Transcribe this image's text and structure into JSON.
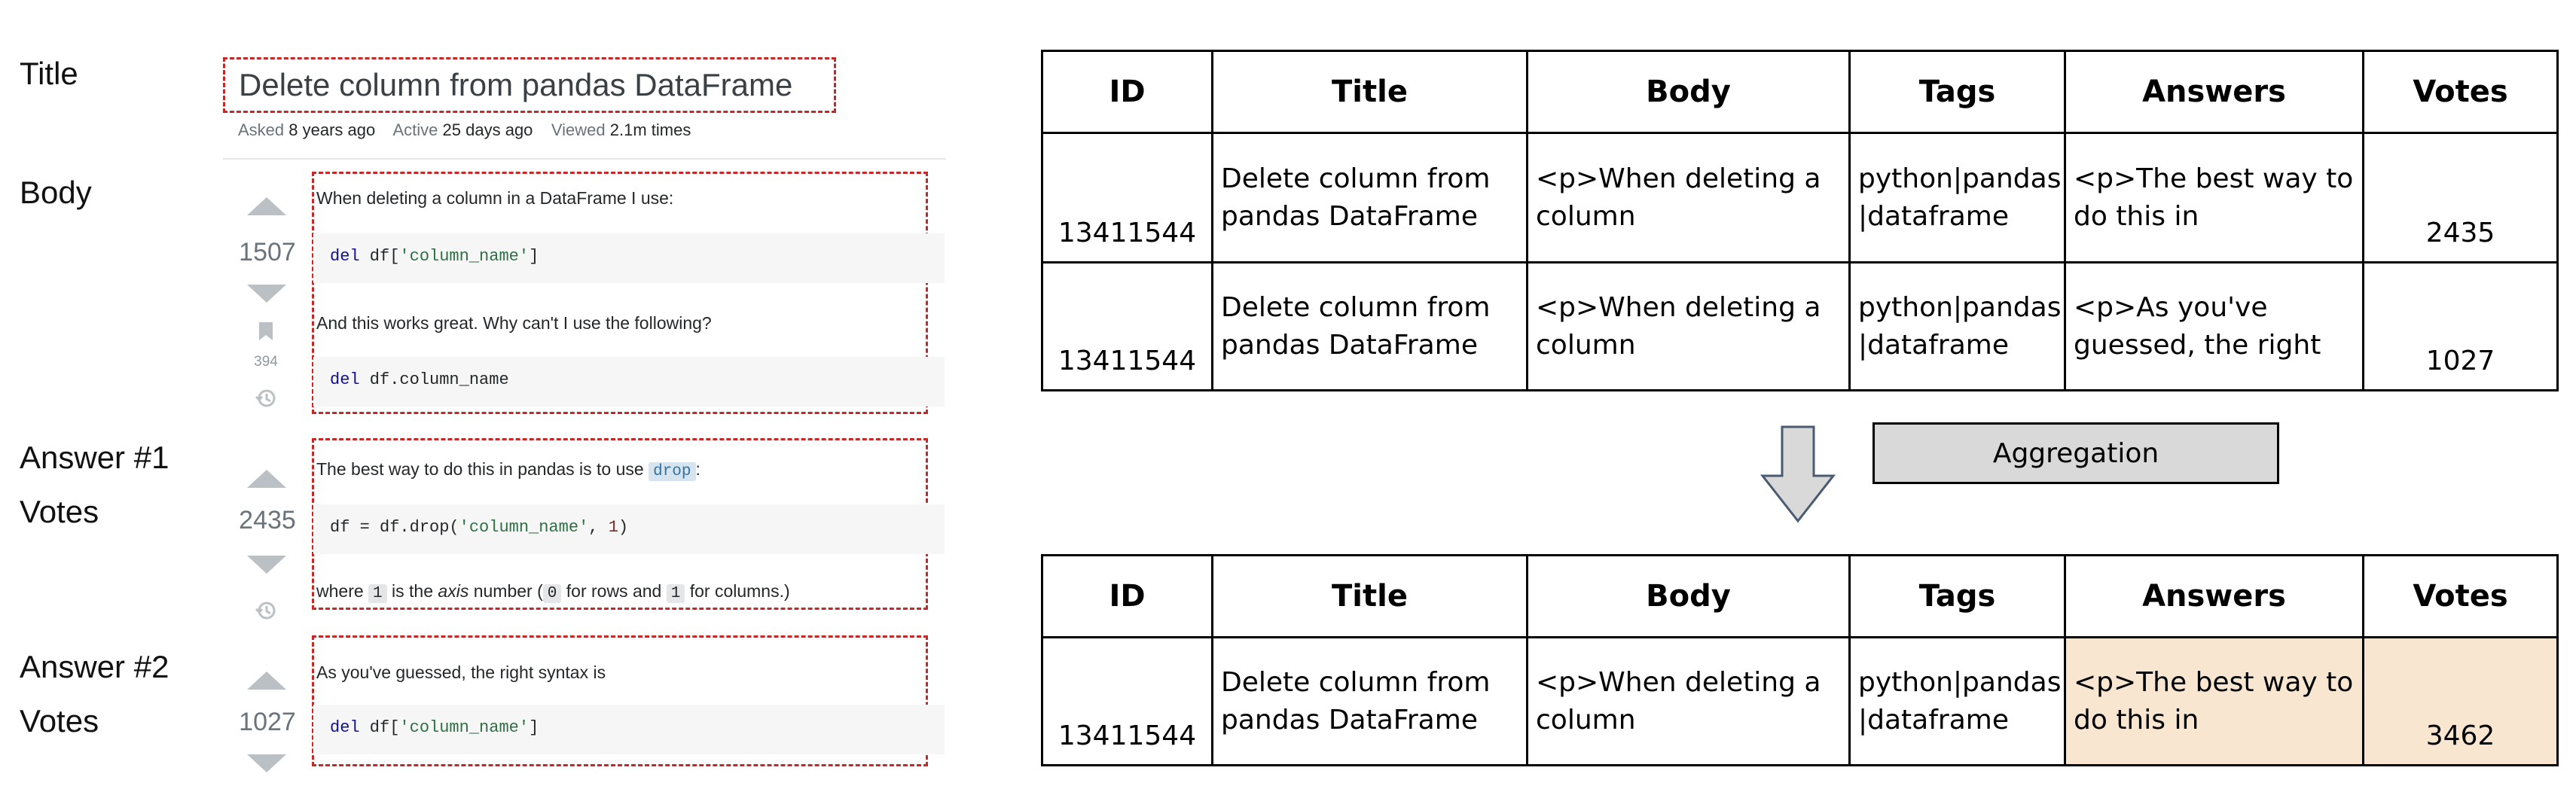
{
  "labels": {
    "title": "Title",
    "body": "Body",
    "answer1_line1": "Answer #1",
    "answer1_line2": "Votes",
    "answer2_line1": "Answer #2",
    "answer2_line2": "Votes"
  },
  "question": {
    "title": "Delete column from pandas DataFrame",
    "asked_label": "Asked",
    "asked_value": "8 years ago",
    "active_label": "Active",
    "active_value": "25 days ago",
    "viewed_label": "Viewed",
    "viewed_value": "2.1m times",
    "votes": "1507",
    "bookmarks": "394",
    "text1": "When deleting a column in a DataFrame I use:",
    "code1_kw": "del",
    "code1_rest": " df[",
    "code1_str": "'column_name'",
    "code1_end": "]",
    "text2": "And this works great. Why can't I use the following?",
    "code2_kw": "del",
    "code2_rest": " df.column_name"
  },
  "answer1": {
    "votes": "2435",
    "text1_pre": "The best way to do this in pandas is to use ",
    "text1_code": "drop",
    "text1_post": ":",
    "code_pre": "df = df.drop(",
    "code_str": "'column_name'",
    "code_mid": ", ",
    "code_num": "1",
    "code_end": ")",
    "text2_a": "where ",
    "text2_c1": "1",
    "text2_b": " is the ",
    "text2_axis": "axis",
    "text2_c": " number (",
    "text2_c2": "0",
    "text2_d": " for rows and ",
    "text2_c3": "1",
    "text2_e": " for columns.)"
  },
  "answer2": {
    "votes": "1027",
    "text1": "As you've guessed, the right syntax is",
    "code_kw": "del",
    "code_rest": " df[",
    "code_str": "'column_name'",
    "code_end": "]"
  },
  "table_headers": [
    "ID",
    "Title",
    "Body",
    "Tags",
    "Answers",
    "Votes"
  ],
  "table_top_rows": [
    {
      "id": "13411544",
      "title": "Delete column from pandas DataFrame",
      "body": "<p>When deleting a column",
      "tags": "python|pandas|dataframe",
      "answers": "<p>The best way to do this in",
      "votes": "2435"
    },
    {
      "id": "13411544",
      "title": "Delete column from pandas DataFrame",
      "body": "<p>When deleting a column",
      "tags": "python|pandas|dataframe",
      "answers": "<p>As you've guessed, the right",
      "votes": "1027"
    }
  ],
  "aggregation_label": "Aggregation",
  "table_bottom_row": {
    "id": "13411544",
    "title": "Delete column from pandas DataFrame",
    "body": "<p>When deleting a column",
    "tags": "python|pandas|dataframe",
    "answers": "<p>The best way to do this in",
    "votes": "3462"
  },
  "colors": {
    "dashed_border": "#c62828",
    "highlight": "#f8e6d1",
    "agg_fill": "#d9d9d9"
  }
}
